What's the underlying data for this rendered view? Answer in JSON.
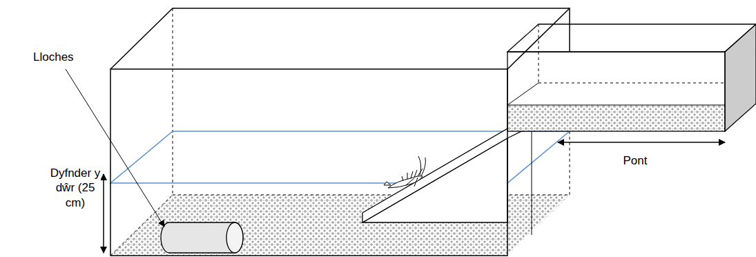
{
  "diagram": {
    "labels": [
      "Lloches",
      "Dyfnder y dŵr (25 cm)",
      "Pont"
    ]
  }
}
